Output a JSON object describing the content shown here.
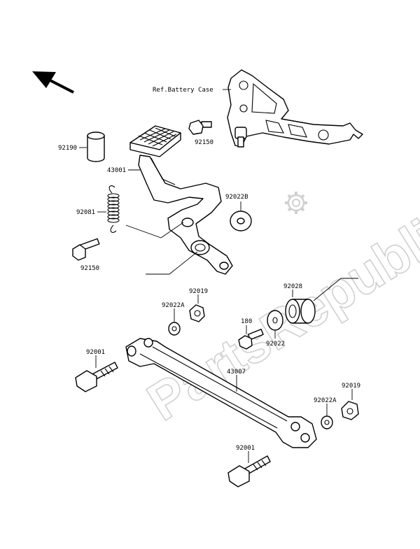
{
  "watermark": "PartsRepublik",
  "labels": {
    "ref_battery_case": "Ref.Battery Case",
    "p92150_top": "92150",
    "p92190": "92190",
    "p43001": "43001",
    "p92022b": "92022B",
    "p92081": "92081",
    "p92150_left": "92150",
    "p92028": "92028",
    "p92019_top": "92019",
    "p92022a_top": "92022A",
    "p180": "180",
    "p92022": "92022",
    "p92001_left": "92001",
    "p43007": "43007",
    "p92019_right": "92019",
    "p92022a_right": "92022A",
    "p92001_bottom": "92001"
  },
  "icons": {
    "direction": "arrow-icon",
    "watermark_logo": "gear-icon"
  },
  "colors": {
    "line": "#000000",
    "watermark": "#d0d0d0"
  }
}
